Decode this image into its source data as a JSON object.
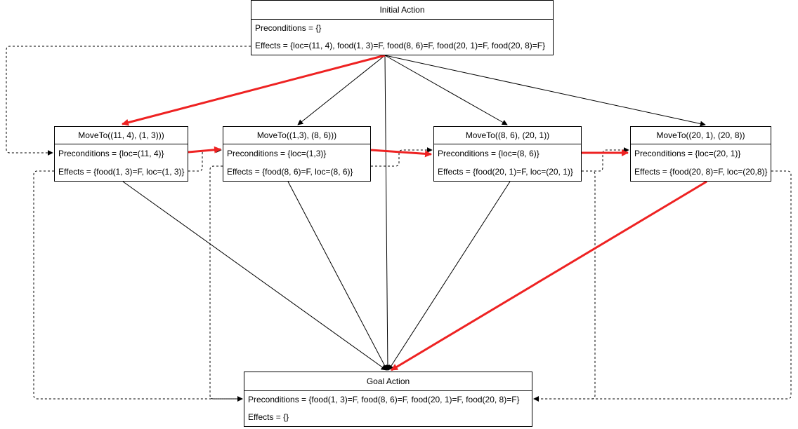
{
  "colors": {
    "causal_link": "#000000",
    "plan_path": "#ee2222",
    "ordering": "#000000"
  },
  "nodes": {
    "initial": {
      "title": "Initial Action",
      "preconditions": "Preconditions = {}",
      "effects": "Effects = {loc=(11, 4), food(1, 3)=F, food(8, 6)=F, food(20, 1)=F, food(20, 8)=F}"
    },
    "moves": [
      {
        "title": "MoveTo((11, 4), (1, 3)))",
        "preconditions": "Preconditions = {loc=(11, 4)}",
        "effects": "Effects = {food(1, 3)=F, loc=(1, 3)}"
      },
      {
        "title": "MoveTo((1,3), (8, 6)))",
        "preconditions": "Preconditions = {loc=(1,3)}",
        "effects": "Effects = {food(8, 6)=F, loc=(8, 6)}"
      },
      {
        "title": "MoveTo((8, 6), (20, 1))",
        "preconditions": "Preconditions = {loc=(8, 6)}",
        "effects": "Effects = {food(20, 1)=F, loc=(20, 1)}"
      },
      {
        "title": "MoveTo((20, 1), (20, 8))",
        "preconditions": "Preconditions = {loc=(20, 1)}",
        "effects": "Effects = {food(20, 8)=F, loc=(20,8)}"
      }
    ],
    "goal": {
      "title": "Goal Action",
      "preconditions": "Preconditions = {food(1, 3)=F, food(8, 6)=F, food(20, 1)=F, food(20, 8)=F}",
      "effects": "Effects = {}"
    }
  }
}
